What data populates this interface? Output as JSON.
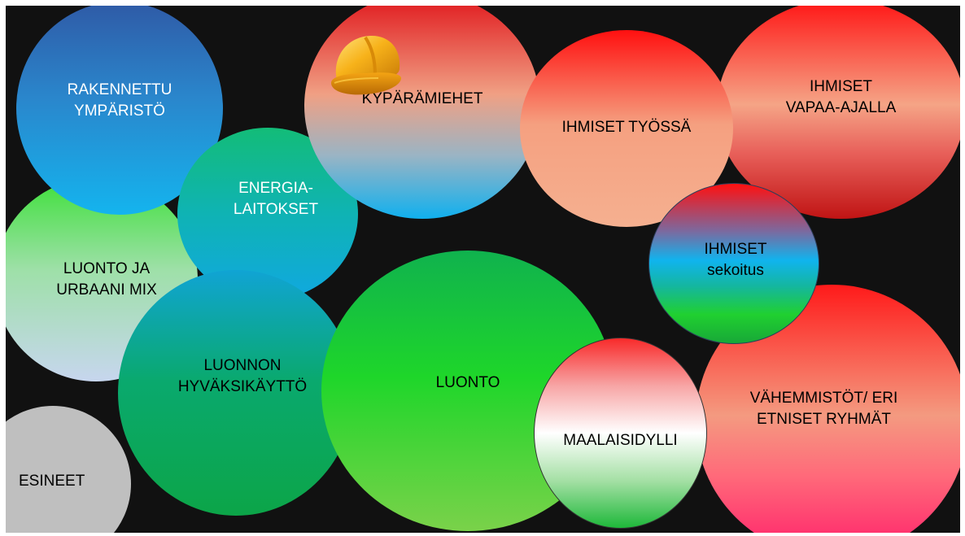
{
  "bubbles": [
    {
      "key": "luonto_urbaani",
      "line1": "LUONTO JA",
      "line2": "URBAANI MIX"
    },
    {
      "key": "esineet",
      "line1": "ESINEET",
      "line2": ""
    },
    {
      "key": "rakennettu",
      "line1": "RAKENNETTU",
      "line2": "YMPÄRISTÖ"
    },
    {
      "key": "energia",
      "line1": "ENERGIA-",
      "line2": "LAITOKSET"
    },
    {
      "key": "vahemmistot",
      "line1": "VÄHEMMISTÖT/ ERI",
      "line2": "ETNISET RYHMÄT"
    },
    {
      "key": "ihmiset_vapaa",
      "line1": "IHMISET",
      "line2": "VAPAA-AJALLA"
    },
    {
      "key": "kyparamiehet",
      "line1": "KYPÄRÄMIEHET",
      "line2": ""
    },
    {
      "key": "luonnon_hyvaksikaytto",
      "line1": "LUONNON",
      "line2": "HYVÄKSIKÄYTTÖ"
    },
    {
      "key": "luonto",
      "line1": "LUONTO",
      "line2": ""
    },
    {
      "key": "ihmiset_tyossa",
      "line1": "IHMISET TYÖSSÄ",
      "line2": ""
    },
    {
      "key": "ihmiset_sekoitus",
      "line1": "IHMISET",
      "line2": "sekoitus"
    },
    {
      "key": "maalaisidylli",
      "line1": "MAALAISIDYLLI",
      "line2": ""
    }
  ],
  "icons": {
    "helmet": "hard-hat-icon"
  },
  "colors": {
    "background": "#111111",
    "blue": "#1aa8e6",
    "green": "#1fcf2a",
    "red": "#ff1a1a",
    "salmon": "#f4a582",
    "gray": "#bfbfbf"
  }
}
